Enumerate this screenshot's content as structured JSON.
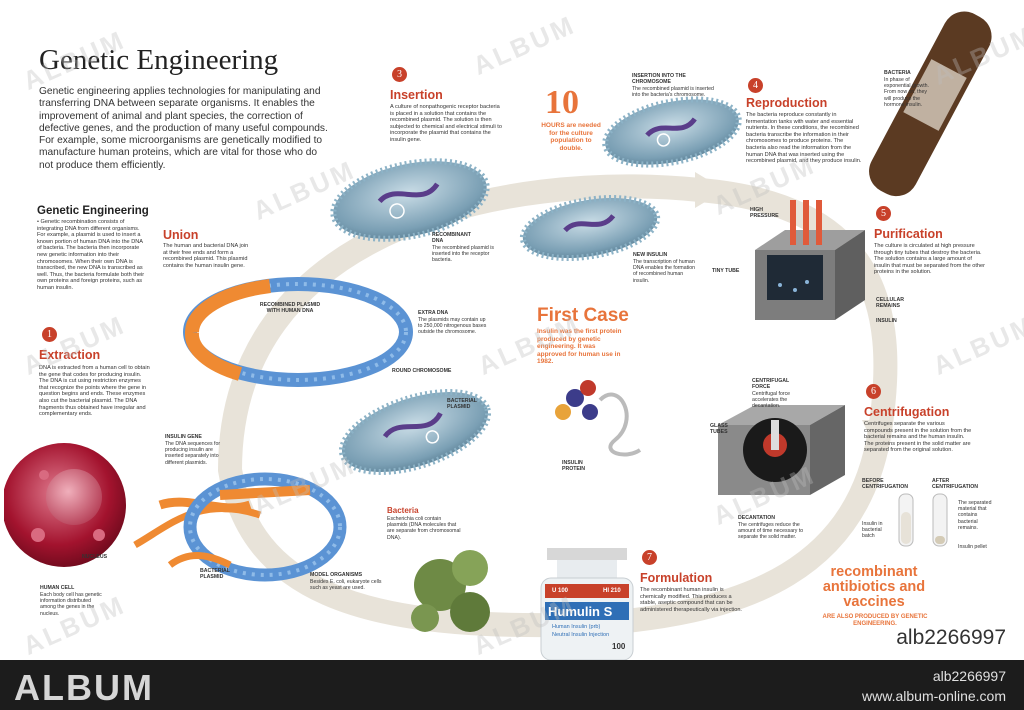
{
  "title": "Genetic Engineering",
  "intro": "Genetic engineering applies technologies for manipulating and transferring DNA between separate organisms. It enables the improvement of animal and plant species, the correction of defective genes, and the production of many useful compounds. For example, some microorganisms are genetically modified to manufacture human proteins, which are vital for those who do not produce them efficiently.",
  "side": {
    "heading": "Genetic Engineering",
    "text": "• Genetic recombination consists of integrating DNA from different organisms. For example, a plasmid is used to insert a known portion of human DNA into the DNA of bacteria. The bacteria then incorporate new genetic information into their chromosomes. When their own DNA is transcribed, the new DNA is transcribed as well. Thus, the bacteria formulate both their own proteins and foreign proteins, such as human insulin."
  },
  "steps": [
    {
      "num": "1",
      "title": "Extraction",
      "text": "DNA is extracted from a human cell to obtain the gene that codes for producing insulin. The DNA is cut using restriction enzymes that recognize the points where the gene in question begins and ends. These enzymes also cut the bacterial plasmid. The DNA fragments thus obtained have irregular and complementary ends."
    },
    {
      "num": "",
      "title": "Union",
      "text": "The human and bacterial DNA join at their free ends and form a recombined plasmid. This plasmid contains the human insulin gene."
    },
    {
      "num": "3",
      "title": "Insertion",
      "text": "A culture of nonpathogenic receptor bacteria is placed in a solution that contains the recombined plasmid. The solution is then subjected to chemical and electrical stimuli to incorporate the plasmid that contains the insulin gene."
    },
    {
      "num": "4",
      "title": "Reproduction",
      "text": "The bacteria reproduce constantly in fermentation tanks with water and essential nutrients. In these conditions, the recombined bacteria transcribe the information in their chromosomes to produce proteins. The bacteria also read the information from the human DNA that was inserted using the recombined plasmid, and they produce insulin."
    },
    {
      "num": "5",
      "title": "Purification",
      "text": "The culture is circulated at high pressure through tiny tubes that destroy the bacteria. The solution contains a large amount of insulin that must be separated from the other proteins in the solution."
    },
    {
      "num": "6",
      "title": "Centrifugation",
      "text": "Centrifuges separate the various compounds present in the solution from the bacterial remains and the human insulin. The proteins present in the solid matter are separated from the original solution."
    },
    {
      "num": "7",
      "title": "Formulation",
      "text": "The recombinant human insulin is chemically modified. This produces a stable, aseptic compound that can be administered therapeutically via injection."
    }
  ],
  "labels": {
    "insulin_gene": "INSULIN GENE",
    "insulin_gene_text": "The DNA sequences for producing insulin are inserted separately into different plasmids.",
    "nucleus": "NUCLEUS",
    "human_cell": "HUMAN CELL",
    "human_cell_text": "Each body cell has genetic information distributed among the genes in the nucleus.",
    "bacterial_plasmid": "BACTERIAL PLASMID",
    "recombined_plasmid": "RECOMBINED PLASMID WITH HUMAN DNA",
    "extra_dna": "EXTRA DNA",
    "extra_dna_text": "The plasmids may contain up to 250,000 nitrogenous bases outside the chromosome.",
    "round_chromosome": "ROUND CHROMOSOME",
    "bacterial_plasmid2": "BACTERIAL PLASMID",
    "bacteria_ecoli": "Bacteria",
    "bacteria_ecoli_text": "Escherichia coli contain plasmids (DNA molecules that are separate from chromosomal DNA).",
    "model_organisms": "MODEL ORGANISMS",
    "model_organisms_text": "Besides E. coli, eukaryote cells such as yeast are used.",
    "recombinant_dna": "RECOMBINANT DNA",
    "recombinant_dna_text": "The recombined plasmid is inserted into the receptor bacteria.",
    "insertion_chromosome": "INSERTION INTO THE CHROMOSOME",
    "insertion_chromosome_text": "The recombined plasmid is inserted into the bacteria's chromosome.",
    "new_insulin": "NEW INSULIN",
    "new_insulin_text": "The transcription of human DNA enables the formation of recombined human insulin.",
    "high_pressure": "HIGH PRESSURE",
    "tiny_tube": "TINY TUBE",
    "cellular_remains": "CELLULAR REMAINS",
    "insulin": "INSULIN",
    "glass_tubes": "GLASS TUBES",
    "centrifugal_force": "CENTRIFUGAL FORCE",
    "centrifugal_force_text": "Centrifugal force accelerates the decantation.",
    "decantation": "DECANTATION",
    "decantation_text": "The centrifuges reduce the amount of time necessary to separate the solid matter.",
    "before_centrifugation": "BEFORE CENTRIFUGATION",
    "after_centrifugation": "AFTER CENTRIFUGATION",
    "insulin_batch": "Insulin in bacterial batch",
    "separated_material": "The separated material that contains bacterial remains.",
    "insulin_pellet": "Insulin pellet",
    "bacteria_photo": "BACTERIA",
    "bacteria_photo_text": "In phase of exponential growth. From now on, they will produce the hormone insulin.",
    "insulin_protein": "INSULIN PROTEIN"
  },
  "hours": {
    "number": "10",
    "text": "HOURS are needed for the culture population to double."
  },
  "first_case": {
    "title": "First Case",
    "text": "Insulin was the first protein produced by genetic engineering. It was approved for human use in 1982."
  },
  "recombinant": {
    "title": "recombinant antibiotics and vaccines",
    "text": "ARE ALSO PRODUCED BY GENETIC ENGINEERING."
  },
  "vial": {
    "brand": "Humulin S",
    "u": "U 100",
    "hi": "HI 210",
    "line1": "Human Insulin (prb)",
    "line2": "Neutral Insulin Injection",
    "u100": "100"
  },
  "watermark": "ALBUM",
  "id_stamp": "alb2266997",
  "footer": {
    "brand": "ALBUM",
    "id": "alb2266997",
    "url": "www.album-online.com"
  },
  "colors": {
    "accent": "#c8412a",
    "orange": "#e8743b",
    "dna_blue": "#5b93d4",
    "dna_orange": "#ef8a32",
    "bacteria": "#7a9fb4"
  }
}
